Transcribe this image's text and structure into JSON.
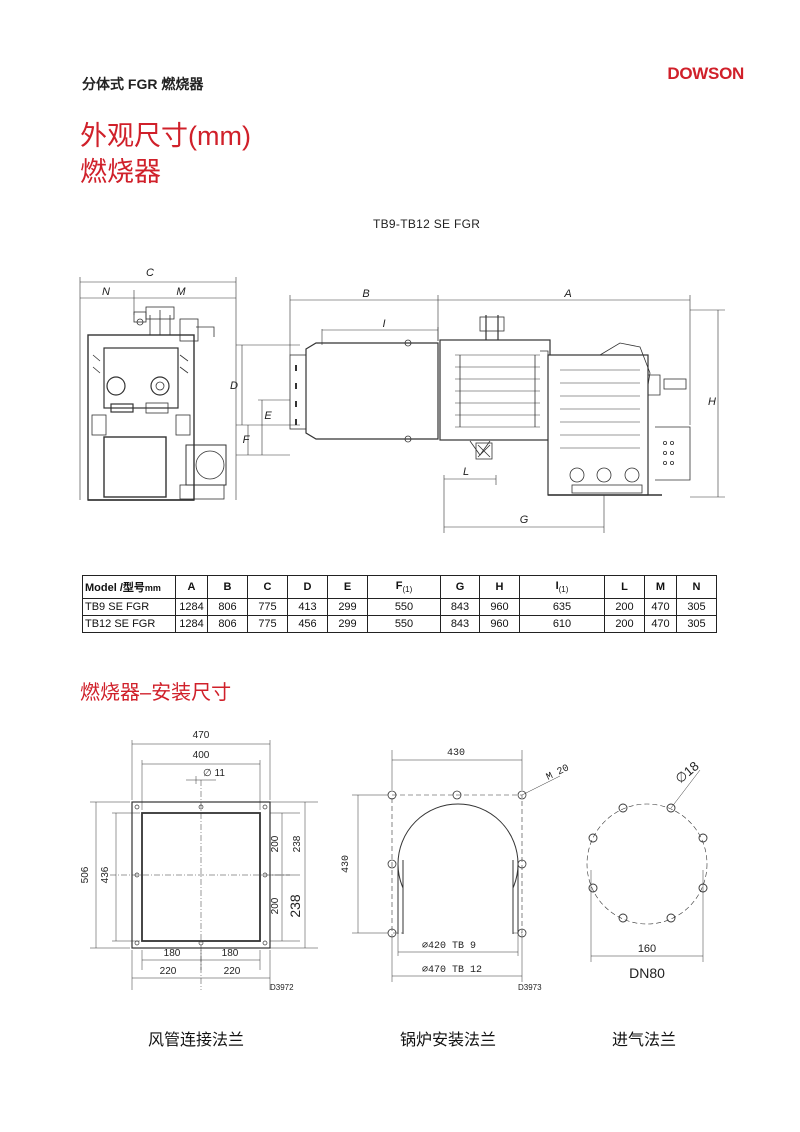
{
  "header": {
    "product": "分体式 FGR 燃烧器",
    "brand": "DOWSON"
  },
  "section1": {
    "title_line1": "外观尺寸(mm)",
    "title_line2": "燃烧器",
    "model_label": "TB9-TB12 SE FGR"
  },
  "drawing_dims": {
    "C": "C",
    "N": "N",
    "M": "M",
    "B": "B",
    "A": "A",
    "I": "I",
    "D": "D",
    "E": "E",
    "F": "F",
    "H": "H",
    "L": "L",
    "G": "G"
  },
  "table": {
    "header_model": "Model /型号",
    "header_unit": "mm",
    "subscript": "(1)",
    "columns": [
      "A",
      "B",
      "C",
      "D",
      "E",
      "F",
      "G",
      "H",
      "I",
      "L",
      "M",
      "N"
    ],
    "rows": [
      {
        "model": "TB9 SE FGR",
        "values": [
          "1284",
          "806",
          "775",
          "413",
          "299",
          "550",
          "843",
          "960",
          "635",
          "200",
          "470",
          "305"
        ]
      },
      {
        "model": "TB12 SE FGR",
        "values": [
          "1284",
          "806",
          "775",
          "456",
          "299",
          "550",
          "843",
          "960",
          "610",
          "200",
          "470",
          "305"
        ]
      }
    ]
  },
  "section2": {
    "title": "燃烧器–安装尺寸"
  },
  "flange1": {
    "dims": {
      "w_outer": "470",
      "w_inner": "400",
      "hole": "11",
      "h_outer": "506",
      "h_inner": "436",
      "r_top": "200",
      "r_top2": "238",
      "r_bot": "200",
      "r_bot2": "238",
      "b_inner_l": "180",
      "b_inner_r": "180",
      "b_outer_l": "220",
      "b_outer_r": "220"
    },
    "code": "D3972",
    "caption": "风管连接法兰"
  },
  "flange2": {
    "dims": {
      "w": "430",
      "h": "430",
      "thread": "M 20",
      "d_tb9": "∅420  TB 9",
      "d_tb12": "∅470  TB 12"
    },
    "code": "D3973",
    "caption": "锅炉安装法兰"
  },
  "flange3": {
    "dims": {
      "hole": "18",
      "pcd": "160",
      "dn": "DN80"
    },
    "caption": "进气法兰"
  }
}
